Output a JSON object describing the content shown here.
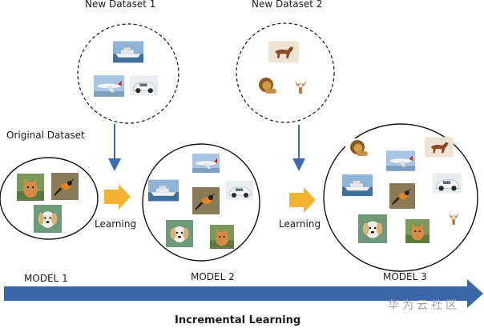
{
  "labels": {
    "new_dataset_1": "New Dataset 1",
    "new_dataset_2": "New Dataset 2",
    "original_dataset": "Original Dataset",
    "learning_1": "Learning",
    "learning_2": "Learning",
    "model_1": "MODEL 1",
    "model_2": "MODEL 2",
    "model_3": "MODEL 3",
    "footer_title": "Incremental Learning",
    "watermark": "华为云社区"
  },
  "colors": {
    "arrow_blue": "#3c6db3",
    "timeline_blue": "#3a66aa",
    "learning_arrow_yellow": "#f3b32e",
    "circle_stroke": "#111111"
  },
  "images": {
    "ship": "ship-photo",
    "plane": "airplane-photo",
    "car": "car-photo",
    "horse": "horse-photo",
    "lion": "lion-photo",
    "deer": "deer-photo",
    "cat": "cat-photo",
    "bird": "bird-photo",
    "dog": "dog-photo"
  }
}
